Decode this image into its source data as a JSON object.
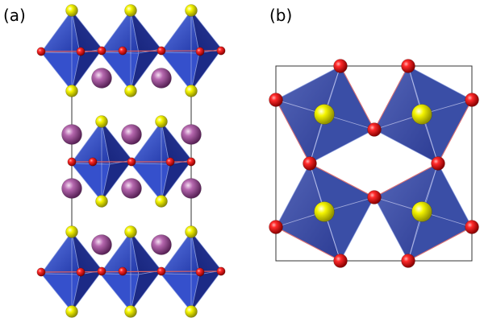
{
  "panels": [
    {
      "id": "a",
      "label": "(a)"
    },
    {
      "id": "b",
      "label": "(b)"
    }
  ],
  "colors": {
    "octahedron_face_dark": "#1f2f8c",
    "octahedron_face_mid": "#2f47c4",
    "octahedron_face_light": "#5d79e6",
    "octahedron_face_b": "#3d52a8",
    "oxygen_atom": "#e01010",
    "sulfur_atom": "#f2f200",
    "cation_atom": "#b05aa8",
    "cell_edge": "#333333",
    "bond": "#e07070"
  },
  "atom_types": [
    "oxygen",
    "sulfur",
    "cation"
  ]
}
